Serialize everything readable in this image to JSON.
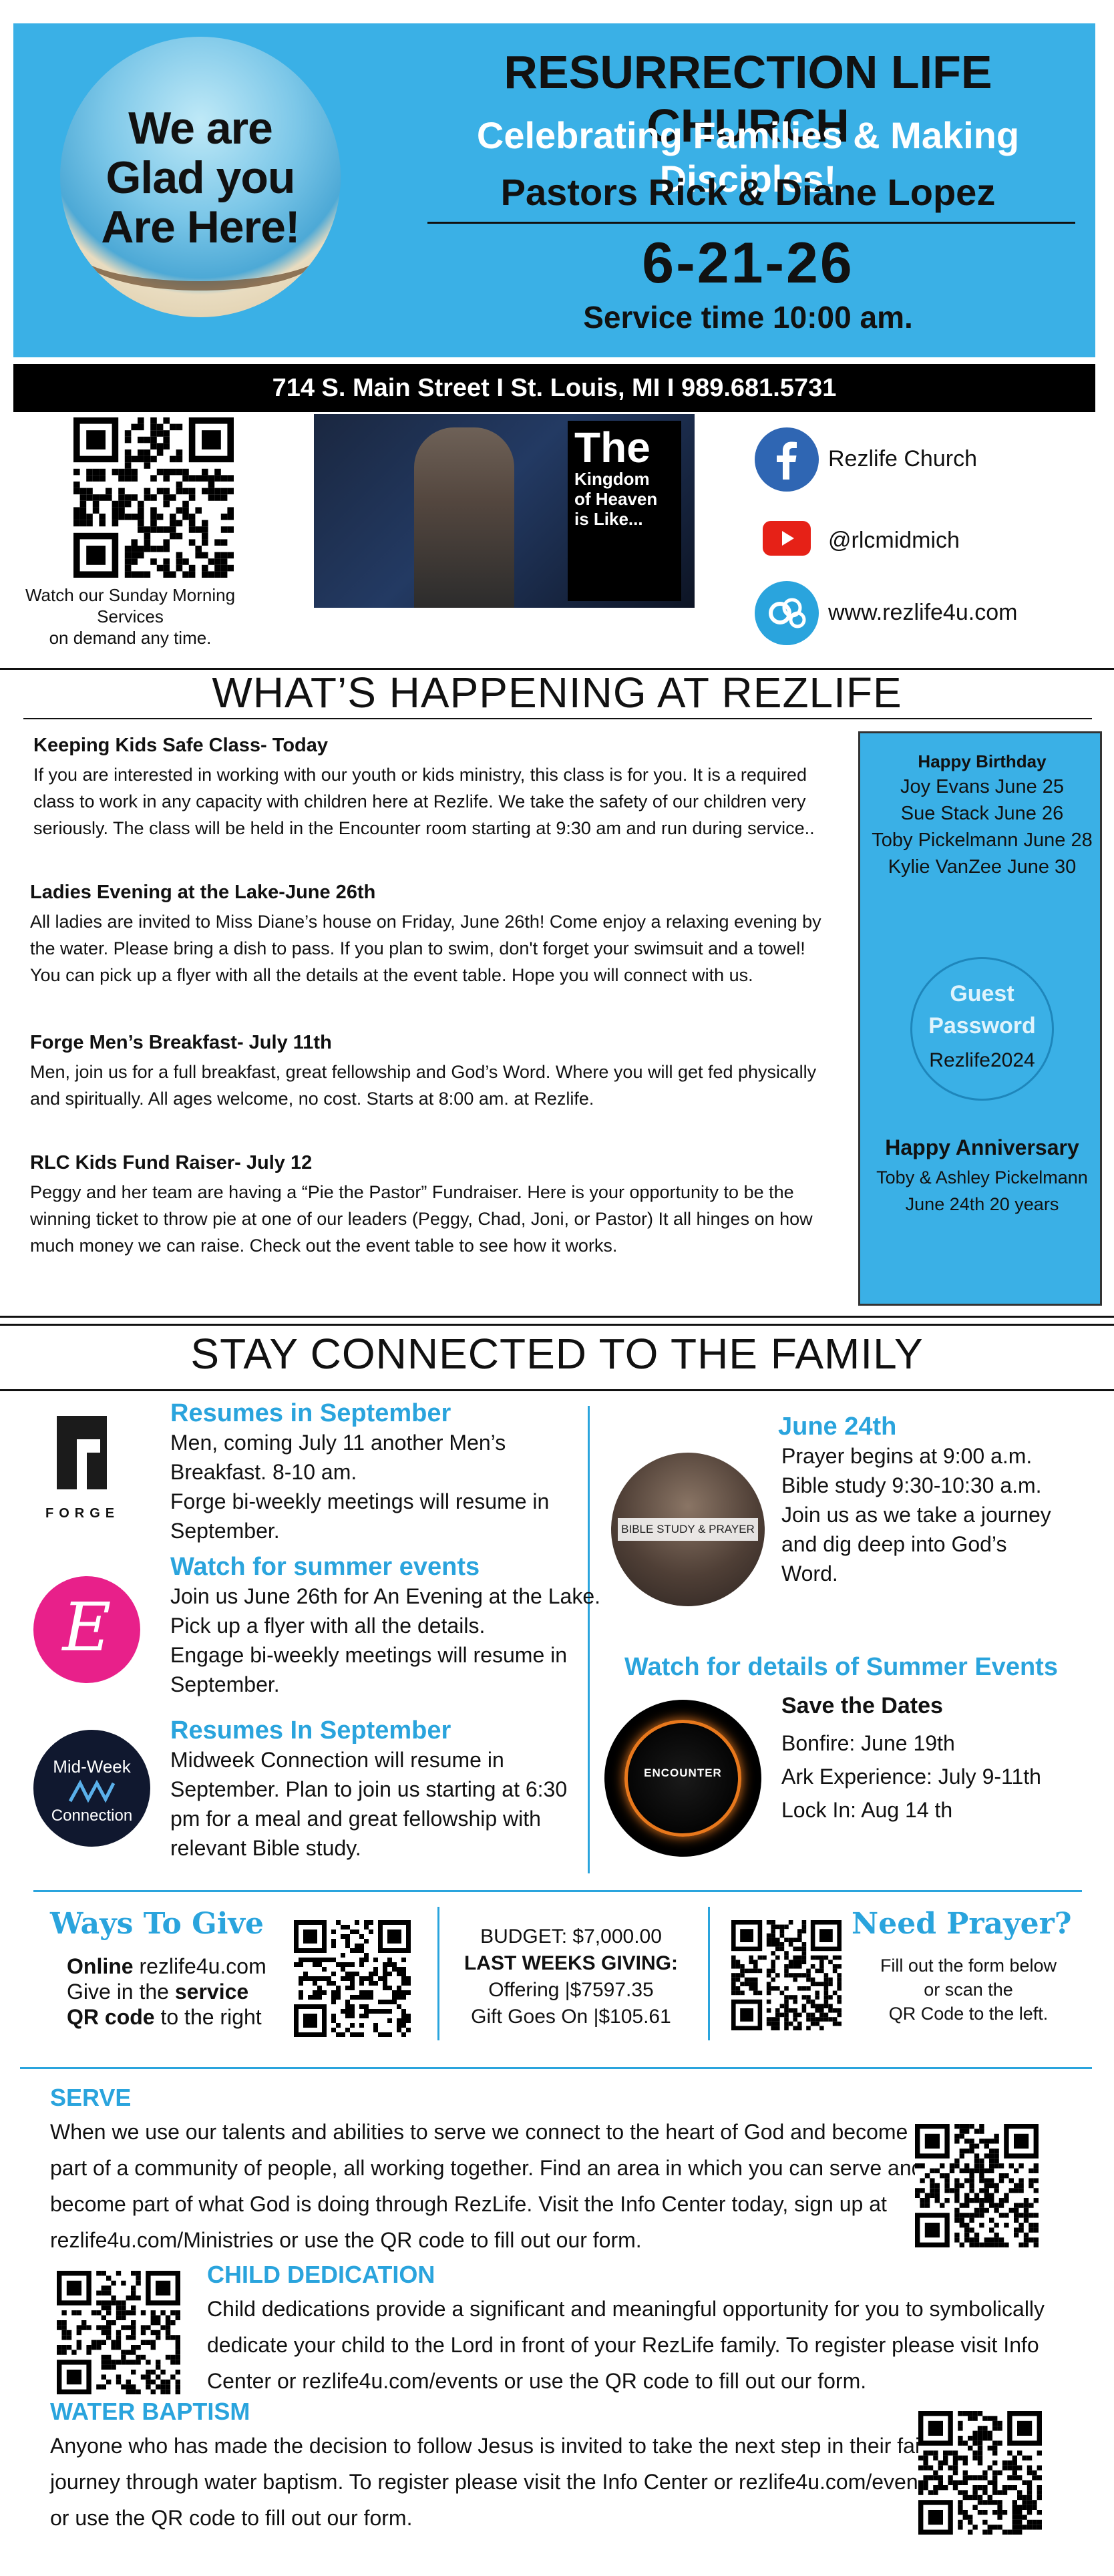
{
  "header": {
    "circle_text": [
      "We are",
      "Glad you",
      "Are Here!"
    ],
    "church_name": "RESURRECTION LIFE CHURCH",
    "tagline": "Celebrating Families & Making Disciples!",
    "pastors": "Pastors Rick & Diane Lopez",
    "date": "6-21-26",
    "service_time": "Service time 10:00 am.",
    "address_bar": "714 S. Main Street  I  St. Louis, MI  I  989.681.5731"
  },
  "media": {
    "watch_caption": [
      "Watch our Sunday Morning",
      "Services",
      "on demand any time."
    ],
    "video_title_big": "The",
    "video_title_small": [
      "Kingdom",
      "of Heaven",
      "is Like..."
    ]
  },
  "social": {
    "facebook": "Rezlife Church",
    "youtube": "@rlcmidmich",
    "website": "www.rezlife4u.com"
  },
  "colors": {
    "brand_blue": "#3ab0e6",
    "accent_blue": "#2aa4dd",
    "youtube_red": "#e62117",
    "facebook_blue": "#2f66b3",
    "engage_pink": "#e8208a"
  },
  "happening": {
    "heading": "WHAT’S HAPPENING AT REZLIFE",
    "events": [
      {
        "title": "Keeping Kids Safe Class- Today",
        "lines": [
          "If you are interested in working with our youth  or kids ministry, this class is for you.  It is a required",
          "class to work in any capacity with children here at Rezlife.  We take the safety of our children very",
          "seriously. The class will be held in the Encounter room starting at 9:30 am and run during service.."
        ]
      },
      {
        "title": "Ladies Evening at the Lake-June 26th",
        "lines": [
          "All ladies are invited to Miss Diane’s house on Friday, June 26th! Come enjoy a relaxing evening by",
          "the water. Please bring a dish to pass. If you plan to swim, don't forget your swimsuit and a towel!",
          "You can pick up a flyer with all the details at the event table.  Hope you will connect with us."
        ]
      },
      {
        "title": "Forge Men’s Breakfast- July 11th",
        "lines": [
          "Men, join us for a full breakfast, great fellowship and God’s Word.  Where you will get fed physically",
          "and spiritually. All ages welcome, no cost.  Starts at 8:00 am.  at Rezlife."
        ]
      },
      {
        "title": "RLC Kids Fund Raiser- July 12",
        "lines": [
          "Peggy and her team are having a “Pie the Pastor” Fundraiser. Here is your opportunity to be the",
          "winning ticket to throw pie at one of our leaders (Peggy, Chad, Joni, or Pastor) It all hinges on how",
          "much money we can raise.  Check out the event table to see how it works."
        ]
      }
    ],
    "sidebar": {
      "birthday_title": "Happy Birthday",
      "birthdays": [
        "Joy Evans  June 25",
        "Sue Stack  June 26",
        "Toby Pickelmann  June 28",
        "Kylie VanZee  June 30"
      ],
      "guest_title": [
        "Guest",
        "Password"
      ],
      "guest_password": "Rezlife2024",
      "anniversary_title": "Happy Anniversary",
      "anniversary": [
        "Toby & Ashley Pickelmann",
        "June 24th  20 years"
      ]
    }
  },
  "connected": {
    "heading": "STAY CONNECTED TO THE FAMILY",
    "forge": {
      "logo_text": "FORGE",
      "title": "Resumes in September",
      "lines": [
        "Men, coming July 11 another  Men’s",
        "Breakfast. 8-10 am.",
        "Forge bi-weekly meetings will resume in",
        "September."
      ]
    },
    "engage": {
      "logo_letter": "E",
      "title": "Watch for summer events",
      "lines": [
        "Join us June 26th for An Evening at the Lake.",
        "Pick up a flyer with all the details.",
        "Engage bi-weekly meetings will resume in",
        "September."
      ]
    },
    "midweek": {
      "logo_text": [
        "Mid-Week",
        "Connection"
      ],
      "title": "Resumes In September",
      "lines": [
        "Midweek Connection will resume in",
        "September. Plan to join us starting at 6:30",
        "pm for a meal and great fellowship with",
        "relevant Bible study."
      ]
    },
    "bible": {
      "logo_text": "BIBLE STUDY & PRAYER",
      "title": "June 24th",
      "lines": [
        "Prayer begins at 9:00 a.m.",
        "Bible study 9:30-10:30 a.m.",
        "Join us as we  take a journey",
        "and dig deep into God’s",
        "Word."
      ]
    },
    "encounter": {
      "title": "Watch for details of Summer Events",
      "logo_text": "ENCOUNTER",
      "subtitle": "Save the Dates",
      "lines": [
        "Bonfire: June 19th",
        "Ark Experience: July 9-11th",
        "Lock In: Aug 14 th"
      ]
    }
  },
  "give": {
    "title": "Ways To Give",
    "line1_bold": "Online",
    "line1_rest": " rezlife4u.com",
    "line2_a": "Give in the ",
    "line2_bold": "service",
    "line3_bold": "QR code",
    "line3_rest": " to the right",
    "budget": "BUDGET: $7,000.00",
    "last_week": "LAST WEEKS GIVING:",
    "offering": "Offering |$7597.35",
    "gift": "Gift Goes On |$105.61",
    "prayer_title": "Need Prayer?",
    "prayer_lines": [
      "Fill out the form below",
      "or scan the",
      "QR Code to the left."
    ]
  },
  "serve": {
    "title": "SERVE",
    "lines": [
      "When we use our talents and abilities to serve we connect to the heart of God and become",
      "part of a community of people, all working together. Find an area in which you can serve and",
      "become part of what God is doing through RezLife. Visit the Info Center today,  sign up at",
      "rezlife4u.com/Ministries or use the QR code to fill out our form."
    ]
  },
  "dedication": {
    "title": "CHILD DEDICATION",
    "lines": [
      "Child dedications provide a significant and meaningful opportunity for you to symbolically",
      "dedicate your child to the Lord in front of your RezLife family. To register please visit Info",
      "Center or rezlife4u.com/events or use the QR code to fill out our form."
    ]
  },
  "baptism": {
    "title": "WATER BAPTISM",
    "lines": [
      "Anyone who has made the decision to follow Jesus is invited to take the next step in their faith",
      "journey through water baptism. To register please visit the Info Center or rezlife4u.com/events",
      "or use the QR code to fill out our form."
    ]
  }
}
